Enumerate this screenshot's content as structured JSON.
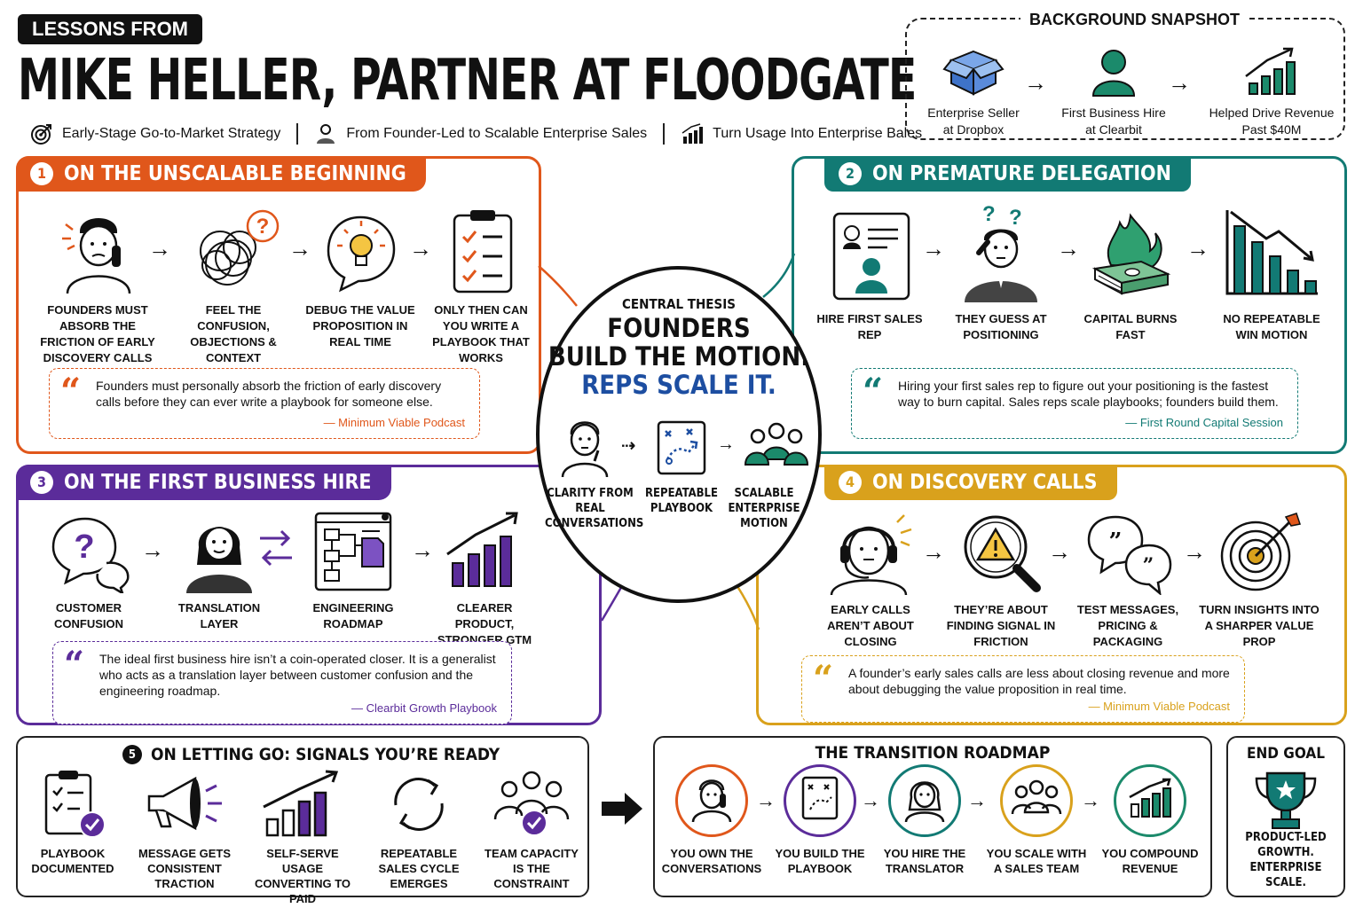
{
  "header": {
    "tag": "LESSONS FROM",
    "title": "MIKE HELLER, PARTNER AT FLOODGATE",
    "sub_items": [
      "Early-Stage Go-to-Market Strategy",
      "From Founder-Led to Scalable Enterprise Sales",
      "Turn Usage Into Enterprise Bales"
    ]
  },
  "snapshot": {
    "title": "BACKGROUND SNAPSHOT",
    "items": [
      {
        "line1": "Enterprise Seller",
        "line2": "at Dropbox"
      },
      {
        "line1": "First Business Hire",
        "line2": "at Clearbit"
      },
      {
        "line1": "Helped Drive Revenue",
        "line2": "Past $40M"
      }
    ]
  },
  "sections": {
    "s1": {
      "num": "1",
      "title": "ON THE UNSCALABLE BEGINNING",
      "steps": [
        "FOUNDERS MUST ABSORB THE FRICTION OF EARLY DISCOVERY CALLS",
        "FEEL THE CONFUSION, OBJECTIONS & CONTEXT",
        "DEBUG THE VALUE PROPOSITION IN REAL TIME",
        "ONLY THEN CAN YOU WRITE A PLAYBOOK THAT WORKS"
      ],
      "quote": "Founders must personally absorb the friction of early discovery calls before they can ever write a playbook for someone else.",
      "source": "— Minimum Viable Podcast"
    },
    "s2": {
      "num": "2",
      "title": "ON PREMATURE DELEGATION",
      "steps": [
        "HIRE FIRST SALES REP",
        "THEY GUESS AT POSITIONING",
        "CAPITAL BURNS FAST",
        "NO REPEATABLE WIN MOTION"
      ],
      "quote": "Hiring your first sales rep to figure out your positioning is the fastest way to burn capital. Sales reps scale playbooks; founders build them.",
      "source": "— First Round Capital Session"
    },
    "s3": {
      "num": "3",
      "title": "ON THE FIRST BUSINESS HIRE",
      "steps": [
        "CUSTOMER CONFUSION",
        "TRANSLATION LAYER",
        "ENGINEERING ROADMAP",
        "CLEARER PRODUCT, STRONGER GTM"
      ],
      "quote": "The ideal first business hire isn’t a coin-operated closer. It is a generalist who acts as a translation layer between customer confusion and the engineering roadmap.",
      "source": "— Clearbit Growth Playbook"
    },
    "s4": {
      "num": "4",
      "title": "ON DISCOVERY CALLS",
      "steps": [
        "EARLY CALLS AREN’T ABOUT CLOSING",
        "THEY’RE ABOUT FINDING SIGNAL IN FRICTION",
        "TEST MESSAGES, PRICING & PACKAGING",
        "TURN INSIGHTS INTO A SHARPER VALUE PROP"
      ],
      "quote": "A founder’s early sales calls are less about closing revenue and more about debugging the value proposition in real time.",
      "source": "— Minimum Viable Podcast"
    },
    "s5": {
      "num": "5",
      "title": "ON LETTING GO: SIGNALS YOU’RE READY",
      "steps": [
        "PLAYBOOK DOCUMENTED",
        "MESSAGE GETS CONSISTENT TRACTION",
        "SELF-SERVE USAGE CONVERTING TO PAID",
        "REPEATABLE SALES CYCLE EMERGES",
        "TEAM CAPACITY IS THE CONSTRAINT"
      ]
    }
  },
  "thesis": {
    "label": "CENTRAL THESIS",
    "line1": "FOUNDERS",
    "line2": "BUILD THE MOTION.",
    "line3": "REPS SCALE IT.",
    "steps": [
      "CLARITY FROM REAL CONVERSATIONS",
      "REPEATABLE PLAYBOOK",
      "SCALABLE ENTERPRISE MOTION"
    ]
  },
  "roadmap": {
    "title": "THE TRANSITION ROADMAP",
    "steps": [
      "YOU OWN THE CONVERSATIONS",
      "YOU BUILD THE PLAYBOOK",
      "YOU HIRE THE TRANSLATOR",
      "YOU SCALE WITH A SALES TEAM",
      "YOU COMPOUND REVENUE"
    ]
  },
  "end_goal": {
    "title": "END GOAL",
    "text": "PRODUCT-LED GROWTH. ENTERPRISE SCALE."
  },
  "colors": {
    "orange": "#e0571b",
    "teal": "#127a74",
    "purple": "#5b2c9a",
    "gold": "#d9a11c",
    "blue": "#1d4ea1",
    "green": "#1b8a6b"
  },
  "icons": [
    "target-icon",
    "person-icon",
    "chart-icon",
    "box-icon",
    "arrow-icon",
    "phone-person-icon",
    "tangle-icon",
    "lightbulb-icon",
    "checklist-icon",
    "resume-icon",
    "confused-person-icon",
    "burning-money-icon",
    "falling-chart-icon",
    "question-bubble-icon",
    "woman-icon",
    "swap-arrows-icon",
    "flowchart-icon",
    "rising-chart-icon",
    "headset-icon",
    "magnifier-warning-icon",
    "chat-bubbles-icon",
    "target-arrow-icon",
    "clipboard-check-icon",
    "megaphone-icon",
    "cycle-icon",
    "team-check-icon",
    "trophy-icon",
    "playbook-icon",
    "team-icon"
  ]
}
